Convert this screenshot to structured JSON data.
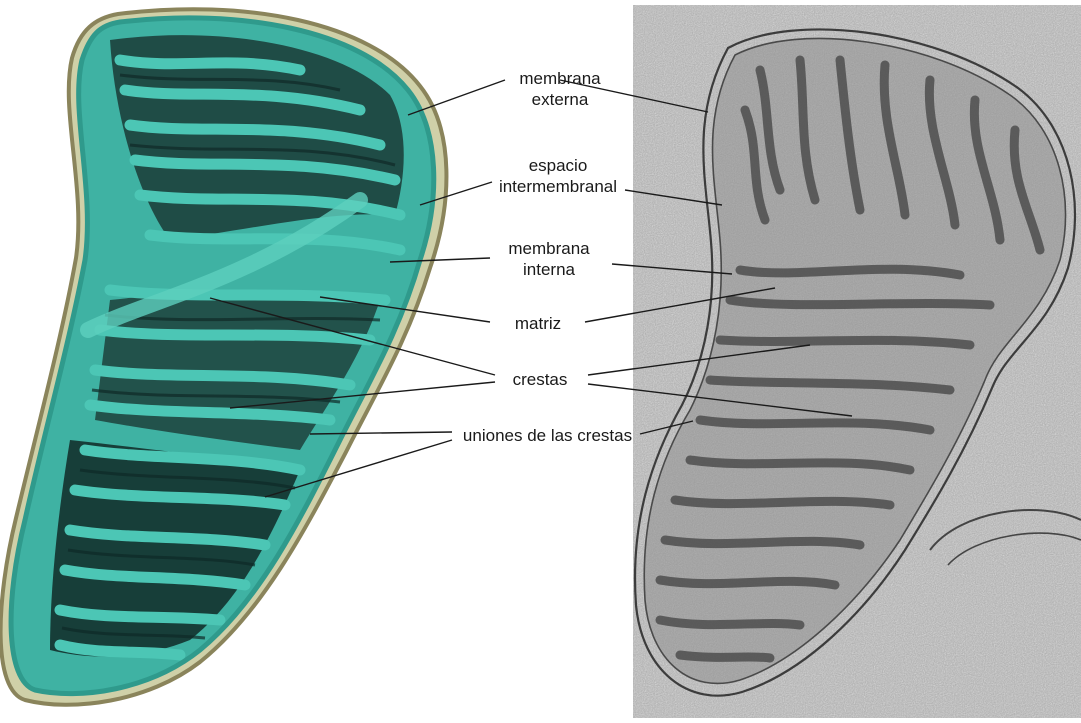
{
  "figure": {
    "labels": {
      "outer_membrane": [
        "membrana",
        "externa"
      ],
      "intermembrane_space": [
        "espacio",
        "intermembranal"
      ],
      "inner_membrane": [
        "membrana",
        "interna"
      ],
      "matrix": "matriz",
      "cristae": "crestas",
      "crista_junctions": "uniones de las crestas"
    },
    "panels": {
      "left": "3d-reconstruction",
      "right": "electron-tomogram"
    },
    "colors": {
      "reconstruction_teal": "#3fb2a3",
      "reconstruction_dark": "#153a36",
      "outer_membrane_olive": "#a7a277",
      "tomogram_gray": "#a9a9a9",
      "leader_lines": "#1a1a1a"
    }
  }
}
